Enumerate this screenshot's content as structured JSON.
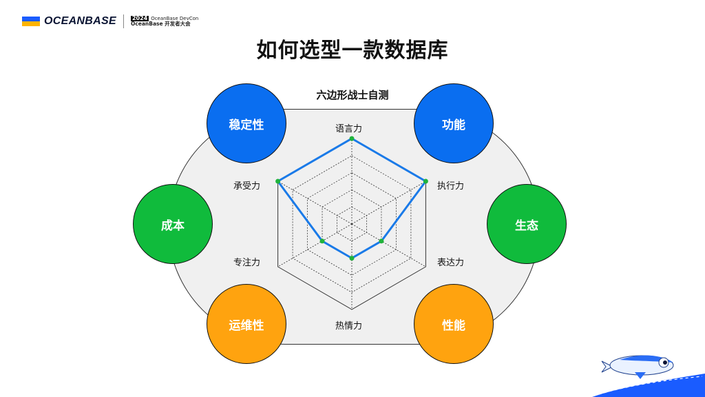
{
  "header": {
    "brand": "OCEANBASE",
    "year": "2024",
    "event_line1": "OceanBase",
    "event_line2": "DevCon",
    "event_line3": "OceanBase 开发者大会"
  },
  "title": "如何选型一款数据库",
  "chart_title": "六边形战士自测",
  "circles": [
    {
      "label": "稳定性",
      "color": "#0a6ef0"
    },
    {
      "label": "功能",
      "color": "#0a6ef0"
    },
    {
      "label": "成本",
      "color": "#10bb3c"
    },
    {
      "label": "生态",
      "color": "#10bb3c"
    },
    {
      "label": "运维性",
      "color": "#ffa30f"
    },
    {
      "label": "性能",
      "color": "#ffa30f"
    }
  ],
  "chart_data": {
    "type": "radar",
    "title": "六边形战士自测",
    "axes": [
      "语言力",
      "执行力",
      "表达力",
      "热情力",
      "专注力",
      "承受力"
    ],
    "max": 5,
    "levels": 5,
    "series": [
      {
        "values": [
          5,
          5,
          2,
          2,
          2,
          5
        ],
        "color": "#1a7ae8"
      }
    ]
  }
}
